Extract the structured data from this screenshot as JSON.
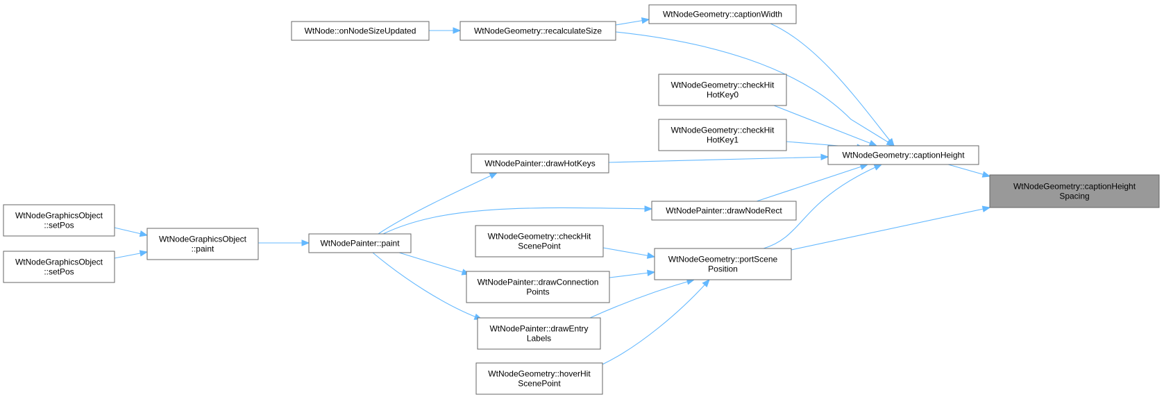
{
  "graph": {
    "nodes": [
      {
        "id": "root",
        "lines": [
          "WtNodeGeometry::captionHeight",
          "Spacing"
        ],
        "highlight": true
      },
      {
        "id": "captionHeight",
        "lines": [
          "WtNodeGeometry::captionHeight"
        ]
      },
      {
        "id": "captionWidth",
        "lines": [
          "WtNodeGeometry::captionWidth"
        ]
      },
      {
        "id": "recalculateSize",
        "lines": [
          "WtNodeGeometry::recalculateSize"
        ]
      },
      {
        "id": "onNodeSizeUpdated",
        "lines": [
          "WtNode::onNodeSizeUpdated"
        ]
      },
      {
        "id": "checkHitHotKey0",
        "lines": [
          "WtNodeGeometry::checkHit",
          "HotKey0"
        ]
      },
      {
        "id": "checkHitHotKey1",
        "lines": [
          "WtNodeGeometry::checkHit",
          "HotKey1"
        ]
      },
      {
        "id": "drawHotKeys",
        "lines": [
          "WtNodePainter::drawHotKeys"
        ]
      },
      {
        "id": "drawNodeRect",
        "lines": [
          "WtNodePainter::drawNodeRect"
        ]
      },
      {
        "id": "portScenePosition",
        "lines": [
          "WtNodeGeometry::portScene",
          "Position"
        ]
      },
      {
        "id": "painterPaint",
        "lines": [
          "WtNodePainter::paint"
        ]
      },
      {
        "id": "graphicsPaint",
        "lines": [
          "WtNodeGraphicsObject",
          "::paint"
        ]
      },
      {
        "id": "setPos1",
        "lines": [
          "WtNodeGraphicsObject",
          "::setPos"
        ]
      },
      {
        "id": "setPos2",
        "lines": [
          "WtNodeGraphicsObject",
          "::setPos"
        ]
      },
      {
        "id": "checkHitScenePoint",
        "lines": [
          "WtNodeGeometry::checkHit",
          "ScenePoint"
        ]
      },
      {
        "id": "drawConnectionPoints",
        "lines": [
          "WtNodePainter::drawConnection",
          "Points"
        ]
      },
      {
        "id": "drawEntryLabels",
        "lines": [
          "WtNodePainter::drawEntry",
          "Labels"
        ]
      },
      {
        "id": "hoverHitScenePoint",
        "lines": [
          "WtNodeGeometry::hoverHit",
          "ScenePoint"
        ]
      }
    ],
    "edges": [
      {
        "from": "captionHeight",
        "to": "root"
      },
      {
        "from": "portScenePosition",
        "to": "root"
      },
      {
        "from": "captionWidth",
        "to": "captionHeight"
      },
      {
        "from": "recalculateSize",
        "to": "captionHeight"
      },
      {
        "from": "checkHitHotKey0",
        "to": "captionHeight"
      },
      {
        "from": "checkHitHotKey1",
        "to": "captionHeight"
      },
      {
        "from": "drawHotKeys",
        "to": "captionHeight"
      },
      {
        "from": "drawNodeRect",
        "to": "captionHeight"
      },
      {
        "from": "portScenePosition",
        "to": "captionHeight"
      },
      {
        "from": "recalculateSize",
        "to": "captionWidth"
      },
      {
        "from": "onNodeSizeUpdated",
        "to": "recalculateSize"
      },
      {
        "from": "painterPaint",
        "to": "drawHotKeys"
      },
      {
        "from": "painterPaint",
        "to": "drawNodeRect"
      },
      {
        "from": "checkHitScenePoint",
        "to": "portScenePosition"
      },
      {
        "from": "drawConnectionPoints",
        "to": "portScenePosition"
      },
      {
        "from": "drawEntryLabels",
        "to": "portScenePosition"
      },
      {
        "from": "hoverHitScenePoint",
        "to": "portScenePosition"
      },
      {
        "from": "painterPaint",
        "to": "drawConnectionPoints"
      },
      {
        "from": "painterPaint",
        "to": "drawEntryLabels"
      },
      {
        "from": "graphicsPaint",
        "to": "painterPaint"
      },
      {
        "from": "setPos1",
        "to": "graphicsPaint"
      },
      {
        "from": "setPos2",
        "to": "graphicsPaint"
      }
    ]
  },
  "colors": {
    "edge": "#63b8ff",
    "node_border": "#666666",
    "node_fill": "#ffffff",
    "root_fill": "#999999",
    "text": "#000000"
  }
}
